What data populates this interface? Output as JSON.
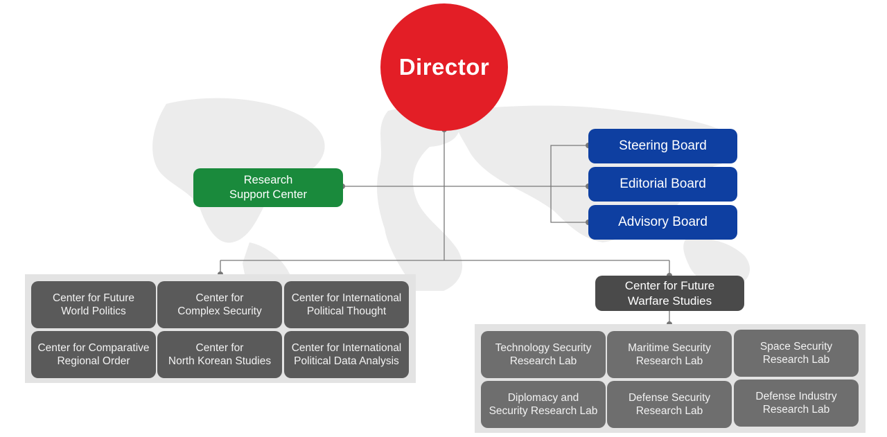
{
  "colors": {
    "director": "#e31e26",
    "support": "#1a8a3c",
    "boards": "#0e3fa1",
    "warfare": "#4a4a4a",
    "units": "#5a5a5a",
    "panel": "#e3e3e3",
    "connector": "#777777",
    "map": "#ececec"
  },
  "director": {
    "label": "Director"
  },
  "support_center": {
    "label": "Research\nSupport Center"
  },
  "boards": [
    {
      "label": "Steering Board"
    },
    {
      "label": "Editorial Board"
    },
    {
      "label": "Advisory Board"
    }
  ],
  "left_centers": [
    {
      "label": "Center for Future\nWorld Politics"
    },
    {
      "label": "Center for\nComplex Security"
    },
    {
      "label": "Center for International\nPolitical Thought"
    },
    {
      "label": "Center for Comparative\nRegional Order"
    },
    {
      "label": "Center for\nNorth Korean Studies"
    },
    {
      "label": "Center for International\nPolitical Data Analysis"
    }
  ],
  "warfare_center": {
    "label": "Center for Future\nWarfare Studies"
  },
  "warfare_labs": [
    {
      "label": "Technology Security\nResearch Lab"
    },
    {
      "label": "Maritime Security\nResearch Lab"
    },
    {
      "label": "Space Security\nResearch Lab"
    },
    {
      "label": "Diplomacy and\nSecurity Research Lab"
    },
    {
      "label": "Defense Security\nResearch Lab"
    },
    {
      "label": "Defense Industry\nResearch Lab"
    }
  ]
}
